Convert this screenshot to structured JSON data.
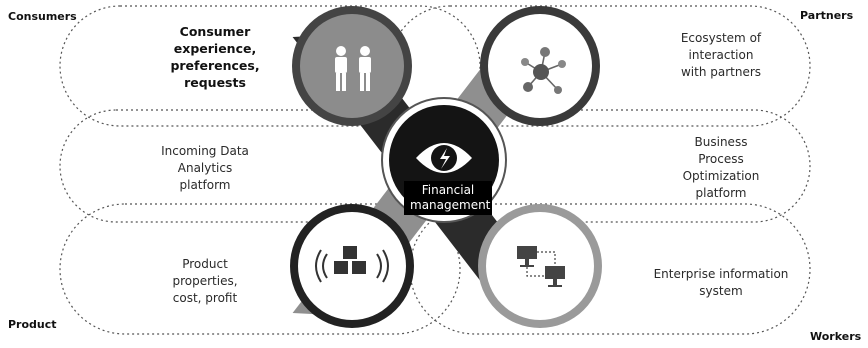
{
  "corners": {
    "top_left": "Consumers",
    "top_right": "Partners",
    "bottom_left": "Product",
    "bottom_right": "Workers"
  },
  "descriptions": {
    "consumer": [
      "Consumer",
      "experience,",
      "preferences,",
      "requests"
    ],
    "data_analytics": [
      "Incoming Data",
      "Analytics",
      "platform"
    ],
    "product": [
      "Product",
      "properties,",
      "cost, profit"
    ],
    "ecosystem": [
      "Ecosystem of",
      "interaction",
      "with partners"
    ],
    "bpo": [
      "Business",
      "Process",
      "Optimization",
      "platform"
    ],
    "enterprise": [
      "Enterprise information",
      "system"
    ]
  },
  "center": {
    "label": [
      "Financial",
      "management"
    ],
    "icon": "eye-lightning-icon"
  },
  "nodes": {
    "top_left_icon": "people-icon",
    "top_right_icon": "network-icon",
    "bottom_left_icon": "cubes-broadcast-icon",
    "bottom_right_icon": "connected-computers-icon"
  },
  "colors": {
    "band_dark": "#2b2b2b",
    "band_light": "#9a9a9a",
    "circle_fill": "#ffffff",
    "center_fill": "#141414"
  }
}
